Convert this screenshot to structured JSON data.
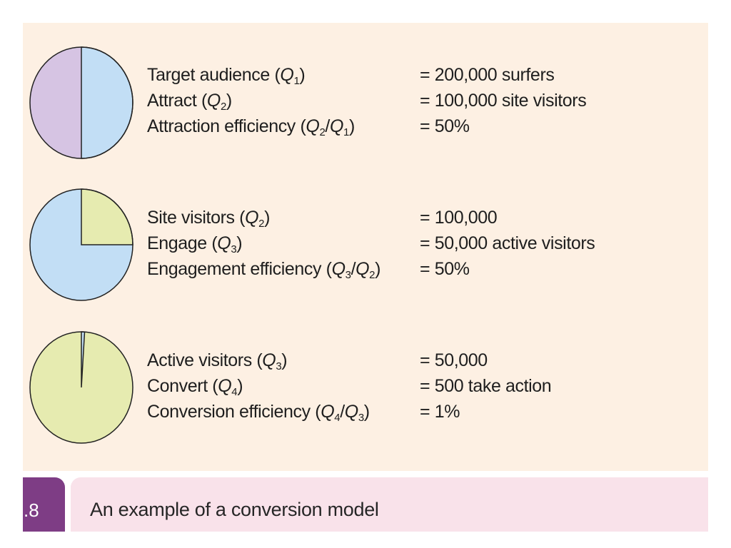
{
  "colors": {
    "panel_bg": "#fdf0e3",
    "purple_slice": "#d6c4e3",
    "blue_slice": "#c2def5",
    "green_slice": "#e6ebb0",
    "outline": "#222222",
    "tab_purple": "#7e3d85",
    "caption_bg": "#f9e2ea"
  },
  "stages": [
    {
      "pie": {
        "major_color": "purple_slice",
        "minor_color": "blue_slice",
        "minor_fraction": 0.5
      },
      "rows": [
        {
          "label": "Target audience (",
          "q1": "Q",
          "q1_sub": "1",
          "tail": ")",
          "value": "= 200,000 surfers"
        },
        {
          "label": "Attract (",
          "q1": "Q",
          "q1_sub": "2",
          "tail": ")",
          "value": "= 100,000 site visitors"
        },
        {
          "label": "Attraction efficiency (",
          "q1": "Q",
          "q1_sub": "2",
          "sep": "/",
          "q2": "Q",
          "q2_sub": "1",
          "tail": ")",
          "value": "= 50%"
        }
      ]
    },
    {
      "pie": {
        "major_color": "blue_slice",
        "minor_color": "green_slice",
        "minor_fraction": 0.25
      },
      "rows": [
        {
          "label": "Site visitors (",
          "q1": "Q",
          "q1_sub": "2",
          "tail": ")",
          "value": "= 100,000"
        },
        {
          "label": "Engage (",
          "q1": "Q",
          "q1_sub": "3",
          "tail": ")",
          "value": "= 50,000 active visitors"
        },
        {
          "label": "Engagement efficiency (",
          "q1": "Q",
          "q1_sub": "3",
          "sep": "/",
          "q2": "Q",
          "q2_sub": "2",
          "tail": ")",
          "value": "= 50%"
        }
      ]
    },
    {
      "pie": {
        "major_color": "green_slice",
        "minor_color": "blue_slice",
        "minor_fraction": 0.01
      },
      "rows": [
        {
          "label": "Active visitors (",
          "q1": "Q",
          "q1_sub": "3",
          "tail": ")",
          "value": "= 50,000"
        },
        {
          "label": "Convert (",
          "q1": "Q",
          "q1_sub": "4",
          "tail": ")",
          "value": "= 500 take action"
        },
        {
          "label": "Conversion efficiency (",
          "q1": "Q",
          "q1_sub": "4",
          "sep": "/",
          "q2": "Q",
          "q2_sub": "3",
          "tail": ")",
          "value": "= 1%"
        }
      ]
    }
  ],
  "figure": {
    "number": ".8",
    "caption": "An example of a conversion model"
  }
}
